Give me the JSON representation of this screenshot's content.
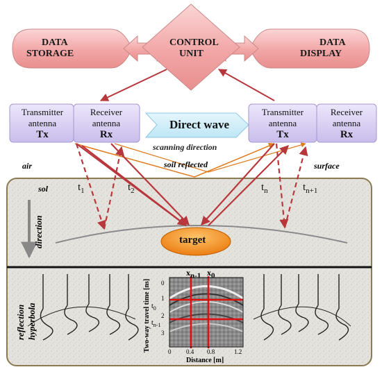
{
  "top": {
    "data_storage": [
      "DATA",
      "STORAGE"
    ],
    "control_unit": [
      "CONTROL",
      "UNIT"
    ],
    "data_display": [
      "DATA",
      "DISPLAY"
    ]
  },
  "left_antenna": {
    "tx_lines": [
      "Transmitter",
      "antenna"
    ],
    "tx_code": "Tx",
    "rx_lines": [
      "Receiver",
      "antenna"
    ],
    "rx_code": "Rx"
  },
  "right_antenna": {
    "tx_lines": [
      "Transmitter",
      "antenna"
    ],
    "tx_code": "Tx",
    "rx_lines": [
      "Receiver",
      "antenna"
    ],
    "rx_code": "Rx"
  },
  "direct_wave": "Direct wave",
  "scanning_direction": "scanning direction",
  "air": "air",
  "soil_reflected": "soil reflected",
  "surface": "surface",
  "sol": "sol",
  "times": {
    "t1": [
      "t",
      "1"
    ],
    "t2": [
      "t",
      "2"
    ],
    "tn": [
      "t",
      "n"
    ],
    "tn1": [
      "t",
      "n+1"
    ]
  },
  "direction": "direction",
  "target": "target",
  "reflection_hyperbola": [
    "reflection",
    "hyperbola"
  ],
  "radargram": {
    "x_markers": [
      [
        "x",
        "n-1"
      ],
      [
        "x",
        "0"
      ]
    ],
    "y_axis_label": "Two-way travel time [ns]",
    "x_axis_label": "Distance [m]",
    "y_ticks": [
      "0",
      "1",
      "2",
      "3"
    ],
    "x_ticks": [
      "0",
      "0.4",
      "0.8",
      "1.2"
    ],
    "time_markers": [
      [
        "t",
        "0"
      ],
      [
        "t",
        "n-1"
      ]
    ]
  },
  "colors": {
    "arrow_red": "#b8373c",
    "orange": "#e07a1a",
    "pink_box": "#f3b0b0",
    "lilac_box": "#d9d0f0",
    "target_orange": "#f08a10"
  }
}
